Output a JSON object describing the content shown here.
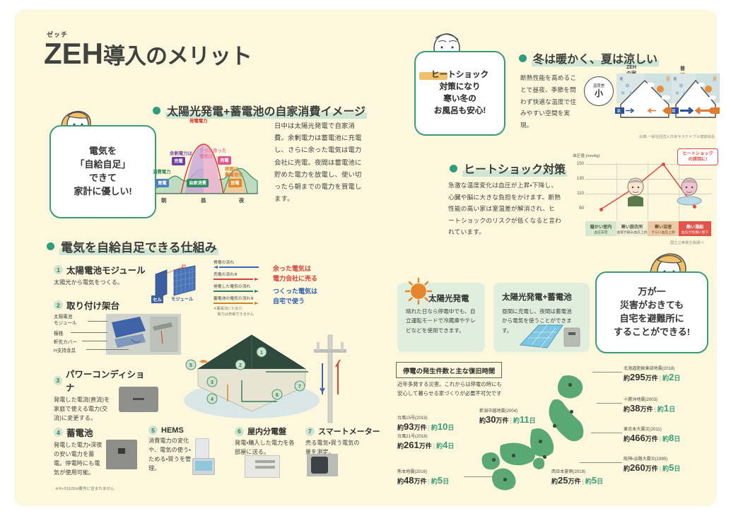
{
  "title": {
    "ruby": "ゼッチ",
    "zeh": "ZEH",
    "rest": "導入のメリット"
  },
  "bubbles": {
    "household": "電気を\n「自給自足」\nできて\n家計に優しい!",
    "heatshock": "ヒートショック\n対策になり\n寒い冬の\nお風呂も安心!",
    "disaster": "万が一\n災害がおきても\n自宅を避難所に\nすることができる!"
  },
  "section_solar": {
    "heading": "太陽光発電+蓄電池の自家消費イメージ",
    "body": "日中は太陽光発電で自家消費。余剰電力は蓄電池に充電し、さらに余った電気は電力会社に売電。夜間は蓄電池に貯めた電力を放電し、使い切ったら朝までの電力を買電します。",
    "chart": {
      "label_generation": "発電電力",
      "label_consumption": "消費電力",
      "label_surplus": "余剰電力は",
      "pill_charge": "充電",
      "label_extra": "さらに余った\n電気は",
      "pill_sell": "売電",
      "label_night": "夜間は\n蓄電池を",
      "pill_discharge": "放電",
      "pill_buy": "買電",
      "pill_self": "自家消費",
      "x_ticks": [
        "朝",
        "昼",
        "夜"
      ]
    }
  },
  "section_winter": {
    "heading": "冬は暖かく、夏は涼しい",
    "body": "断熱性能を高めることで昼夜、季節を問わず快適な温度で住みやすい空間を実現。",
    "badge": "温度差\n小",
    "house_zeh": "ZEHの家",
    "house_normal": "普通の家",
    "season_winter": "冬",
    "season_summer": "夏",
    "arrow_label": "寒",
    "source": "出典:一般社団法人日本サステナブル建築協会"
  },
  "section_heatshock": {
    "heading": "ヒートショック対策",
    "body": "急激な温度変化は血圧が上昇・下降し、心臓や脳に大きな負担をかけます。断熱性能の高い家は室温差が解消され、ヒートショックのリスクが低くなると言われています。",
    "callout": "ヒートショック\nの原因に!",
    "source": "国立公衆衛生院調べ",
    "chart_data": {
      "type": "line",
      "title": "",
      "ylabel": "血圧値 (mmHg)",
      "ylim": [
        85,
        158
      ],
      "yticks": [
        90,
        110,
        130,
        150
      ],
      "grid": true,
      "categories": [
        "暖かい室内",
        "寒い脱衣所",
        "寒い浴室",
        "熱い湯船"
      ],
      "sublabels": [
        "血圧安定",
        "血管が縮み血圧上昇",
        "さらに血圧上昇",
        "血圧が急激に低下"
      ],
      "values": [
        95,
        122,
        150,
        98
      ],
      "series_color": "#e04a3f",
      "cell_colors": [
        "#d8e8cf",
        "#efeeda",
        "#eccba6",
        "#e0544a"
      ]
    }
  },
  "section_mechanism": {
    "heading": "電気を自給自足できる仕組み",
    "items": [
      {
        "no": "1",
        "name": "太陽電池モジュール",
        "desc": "太陽光から電気をつくる。",
        "labels": [
          "セル",
          "モジュール"
        ]
      },
      {
        "no": "2",
        "name": "取り付け架台",
        "desc": "",
        "labels": [
          "太陽電池\nモジュール",
          "横桟",
          "軒先カバー",
          "H支持金具"
        ]
      },
      {
        "no": "3",
        "name": "パワーコンディショナ",
        "desc": "発電した電流(直流)を家庭で使える電力(交流)に変更する。",
        "labels": []
      },
      {
        "no": "4",
        "name": "蓄電池",
        "desc": "発電した電力・深夜の安い電力を蓄電。停電時にも電気が使用可能。",
        "labels": []
      },
      {
        "no": "5",
        "name": "HEMS",
        "desc": "消費電力の変化や、電気の使う・ためる・買うを管理。",
        "labels": []
      },
      {
        "no": "6",
        "name": "屋内分電盤",
        "desc": "発電・購入した電力を各部屋に送る。",
        "labels": []
      },
      {
        "no": "7",
        "name": "スマートメーター",
        "desc": "売る電気・買う電気の量を測定。",
        "labels": []
      }
    ],
    "flow_legend": [
      {
        "label": "買電の流れ",
        "color": "#3f63b5",
        "dir": "left"
      },
      {
        "label": "売電の流れ※",
        "color": "#d7443a",
        "dir": "right"
      },
      {
        "label": "発電した電気の流れ",
        "color": "#2e7d5c",
        "dir": "right"
      },
      {
        "label": "蓄電池の電気の流れ※",
        "color": "#c9851f",
        "dir": "right"
      }
    ],
    "flow_note": "※蓄電池にためた\n　電力は売電できません",
    "callout_sell": "余った電気は\n電力会社に売る",
    "callout_use": "つくった電気は\n自宅で使う",
    "footnote": "※④・⑤はZEH要件に含まれません"
  },
  "cards": [
    {
      "title": "太陽光発電",
      "body": "晴れた日なら停電中でも、自立運転モードで冷蔵庫やテレビなどを使用できます。",
      "icon": "sun-icon"
    },
    {
      "title": "太陽光発電+蓄電池",
      "body": "昼間に充電し、夜間は蓄電池から電気を使うことができます。",
      "icon": "panel-battery-icon"
    }
  ],
  "outage": {
    "title": "停電の発生件数と主な復旧時間",
    "lead": "近年多発する災害。これからは停電の時にも\n安心して暮らせる家づくりが必要不可欠です",
    "unit_ken": "万件",
    "unit_day": "日",
    "prefix": "約",
    "events": [
      {
        "name": "台風15号(2019)",
        "count": "93",
        "days": "10",
        "side": "left"
      },
      {
        "name": "台風21号(2018)",
        "count": "261",
        "days": "4",
        "side": "left"
      },
      {
        "name": "熊本地震(2016)",
        "count": "48",
        "days": "5",
        "side": "left"
      },
      {
        "name": "新潟中越地震(2004)",
        "count": "30",
        "days": "11",
        "side": "left"
      },
      {
        "name": "北海道胆振東部地震(2018)",
        "count": "295",
        "days": "2",
        "side": "right"
      },
      {
        "name": "十勝沖地震(2003)",
        "count": "38",
        "days": "1",
        "side": "right"
      },
      {
        "name": "東日本大震災(2011)",
        "count": "466",
        "days": "8",
        "side": "right"
      },
      {
        "name": "阪神・淡路大震災(1995)",
        "count": "260",
        "days": "5",
        "side": "right"
      },
      {
        "name": "西日本豪雨(2018)",
        "count": "25",
        "days": "5",
        "side": "right"
      }
    ]
  },
  "colors": {
    "accent_green": "#2e9d7e",
    "red": "#e04a3f",
    "bg": "#fdf8dd",
    "card": "#dfeedd"
  }
}
